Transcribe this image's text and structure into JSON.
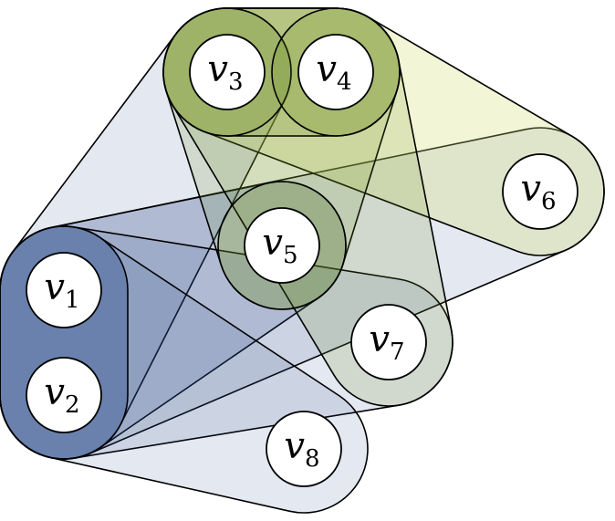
{
  "colors": {
    "blue": "#1f3f85",
    "olive": "#6e8d1c",
    "lime": "#d2de6a",
    "stroke": "#000000",
    "vertex_fill": "#ffffff"
  },
  "vertices": [
    {
      "id": "v1",
      "letter": "v",
      "sub": "1"
    },
    {
      "id": "v2",
      "letter": "v",
      "sub": "2"
    },
    {
      "id": "v3",
      "letter": "v",
      "sub": "3"
    },
    {
      "id": "v4",
      "letter": "v",
      "sub": "4"
    },
    {
      "id": "v5",
      "letter": "v",
      "sub": "5"
    },
    {
      "id": "v6",
      "letter": "v",
      "sub": "6"
    },
    {
      "id": "v7",
      "letter": "v",
      "sub": "7"
    },
    {
      "id": "v8",
      "letter": "v",
      "sub": "8"
    }
  ],
  "hyperedges": [
    {
      "id": "e-v1v2-v3",
      "members": [
        "v1",
        "v2",
        "v3"
      ],
      "color": "blue",
      "opacity": 0.12
    },
    {
      "id": "e-v1v2-v5",
      "members": [
        "v1",
        "v2",
        "v5"
      ],
      "color": "blue",
      "opacity": 0.16
    },
    {
      "id": "e-v1v2-v6",
      "members": [
        "v1",
        "v2",
        "v6"
      ],
      "color": "blue",
      "opacity": 0.12
    },
    {
      "id": "e-v1v2-v7",
      "members": [
        "v1",
        "v2",
        "v7"
      ],
      "color": "blue",
      "opacity": 0.12
    },
    {
      "id": "e-v1v2-v8",
      "members": [
        "v1",
        "v2",
        "v8"
      ],
      "color": "blue",
      "opacity": 0.12
    },
    {
      "id": "e-v1v2",
      "members": [
        "v1",
        "v2"
      ],
      "color": "blue",
      "opacity": 0.32
    },
    {
      "id": "e-v3v4-v6",
      "members": [
        "v3",
        "v4",
        "v6"
      ],
      "color": "lime",
      "opacity": 0.28
    },
    {
      "id": "e-v3v4-v5",
      "members": [
        "v3",
        "v4",
        "v5"
      ],
      "color": "olive",
      "opacity": 0.16
    },
    {
      "id": "e-v3v4-v7",
      "members": [
        "v3",
        "v4",
        "v7"
      ],
      "color": "olive",
      "opacity": 0.16
    },
    {
      "id": "e-v3v4",
      "members": [
        "v3",
        "v4"
      ],
      "color": "olive",
      "opacity": 0.22
    },
    {
      "id": "e-v5",
      "members": [
        "v5"
      ],
      "color": "olive",
      "opacity": 0.2
    },
    {
      "id": "e-v3",
      "members": [
        "v3"
      ],
      "color": "olive",
      "opacity": 0.2
    },
    {
      "id": "e-v4",
      "members": [
        "v4"
      ],
      "color": "olive",
      "opacity": 0.2
    }
  ]
}
